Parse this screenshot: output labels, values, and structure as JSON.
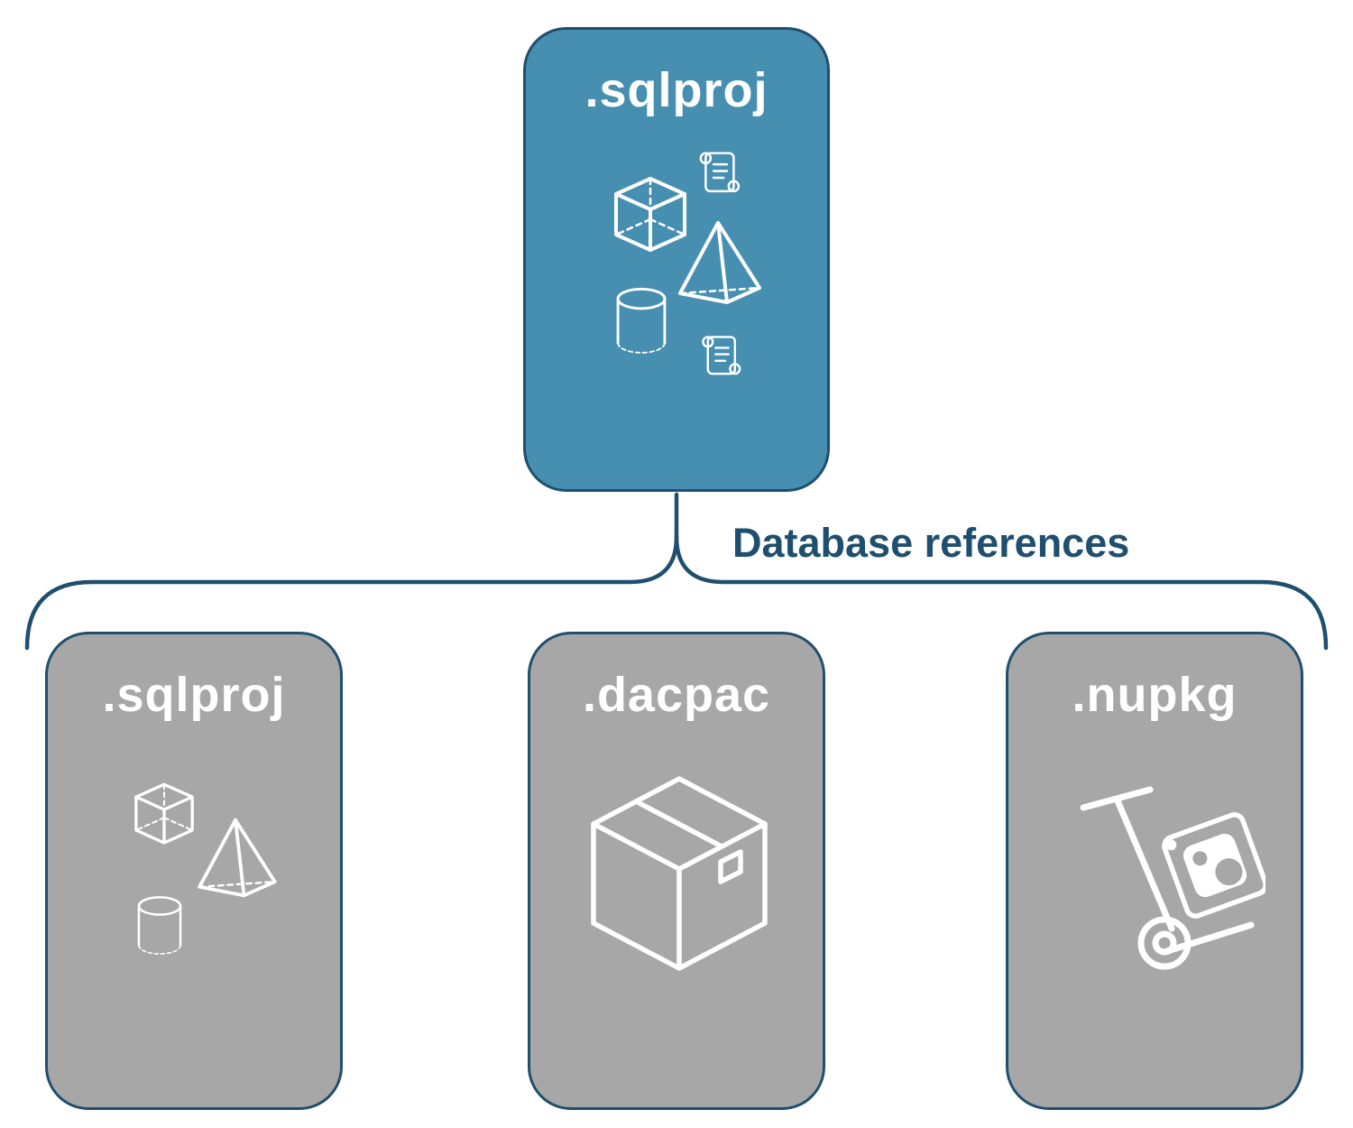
{
  "colors": {
    "accent-blue": "#468fb0",
    "border-blue": "#1f4f6e",
    "box-gray": "#a7a7a7",
    "label-blue": "#1f4f6e",
    "icon-white": "#ffffff",
    "background": "#ffffff"
  },
  "top_node": {
    "label": ".sqlproj",
    "icons": [
      "cube-icon",
      "script-scroll-icon",
      "pyramid-icon",
      "database-cylinder-icon",
      "script-scroll-icon"
    ]
  },
  "connector": {
    "label": "Database references"
  },
  "children": [
    {
      "label": ".sqlproj",
      "icons": [
        "cube-icon",
        "pyramid-icon",
        "database-cylinder-icon"
      ]
    },
    {
      "label": ".dacpac",
      "icons": [
        "package-box-icon"
      ]
    },
    {
      "label": ".nupkg",
      "icons": [
        "nuget-hand-truck-icon"
      ]
    }
  ]
}
